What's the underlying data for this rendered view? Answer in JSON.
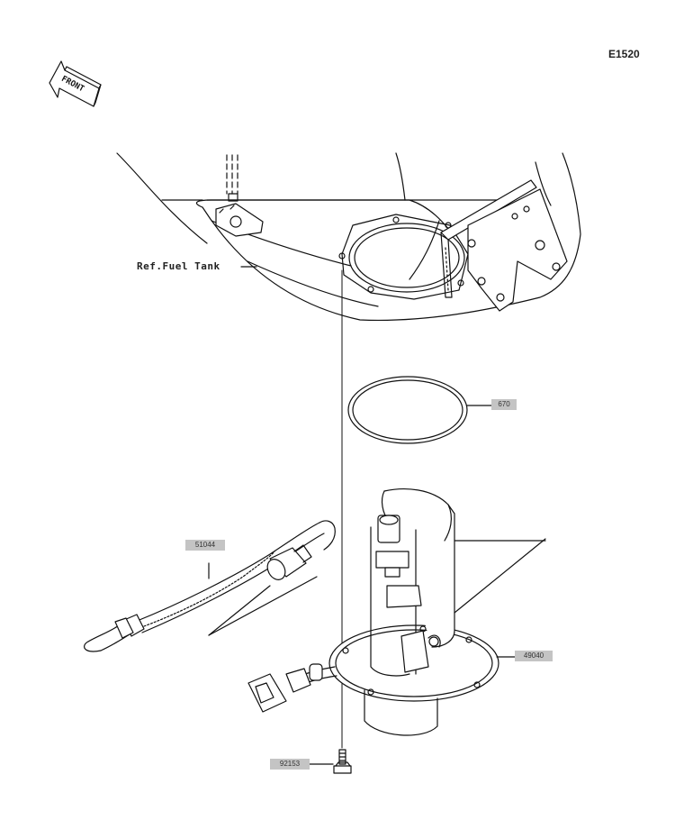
{
  "diagram_code": "E1520",
  "front_label": "FRONT",
  "ref_label": "Ref.Fuel Tank",
  "parts": {
    "oring": "670",
    "hose": "51044",
    "pump": "49040",
    "bolt": "92153"
  }
}
